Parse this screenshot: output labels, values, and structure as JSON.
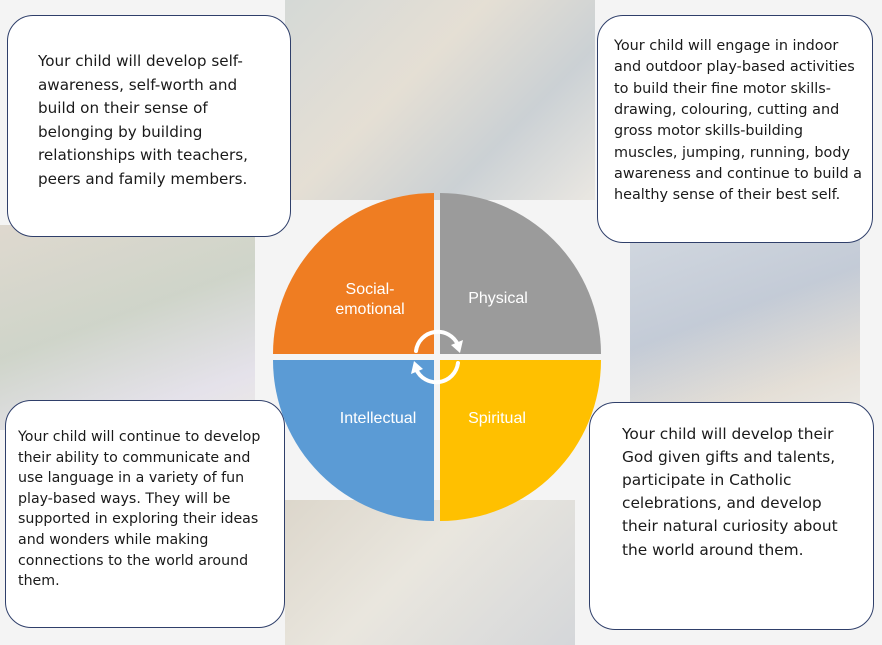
{
  "cards": {
    "top_left": "Your child will develop self-awareness, self-worth and build on their sense of belonging by building relationships with teachers, peers and family members.",
    "top_right": "Your child will engage in indoor and outdoor play-based activities to build their fine motor skills-drawing, colouring, cutting and gross motor skills-building muscles, jumping, running, body awareness and continue to build a healthy sense of their best self.",
    "bottom_left": "Your child will continue to develop their ability to communicate and use language in a variety of fun play-based ways. They will be supported in exploring their ideas and wonders while making connections to the world around them.",
    "bottom_right": "Your child will develop their God given gifts and talents, participate in Catholic celebrations, and develop their natural curiosity about the world around them."
  },
  "quadrants": {
    "social_line1": "Social-",
    "social_line2": "emotional",
    "physical": "Physical",
    "intellectual": "Intellectual",
    "spiritual": "Spiritual"
  },
  "colors": {
    "social": "#ef7d22",
    "physical": "#9b9b9b",
    "intellectual": "#5b9bd5",
    "spiritual": "#ffc000",
    "card_border": "#2f3f6a"
  }
}
